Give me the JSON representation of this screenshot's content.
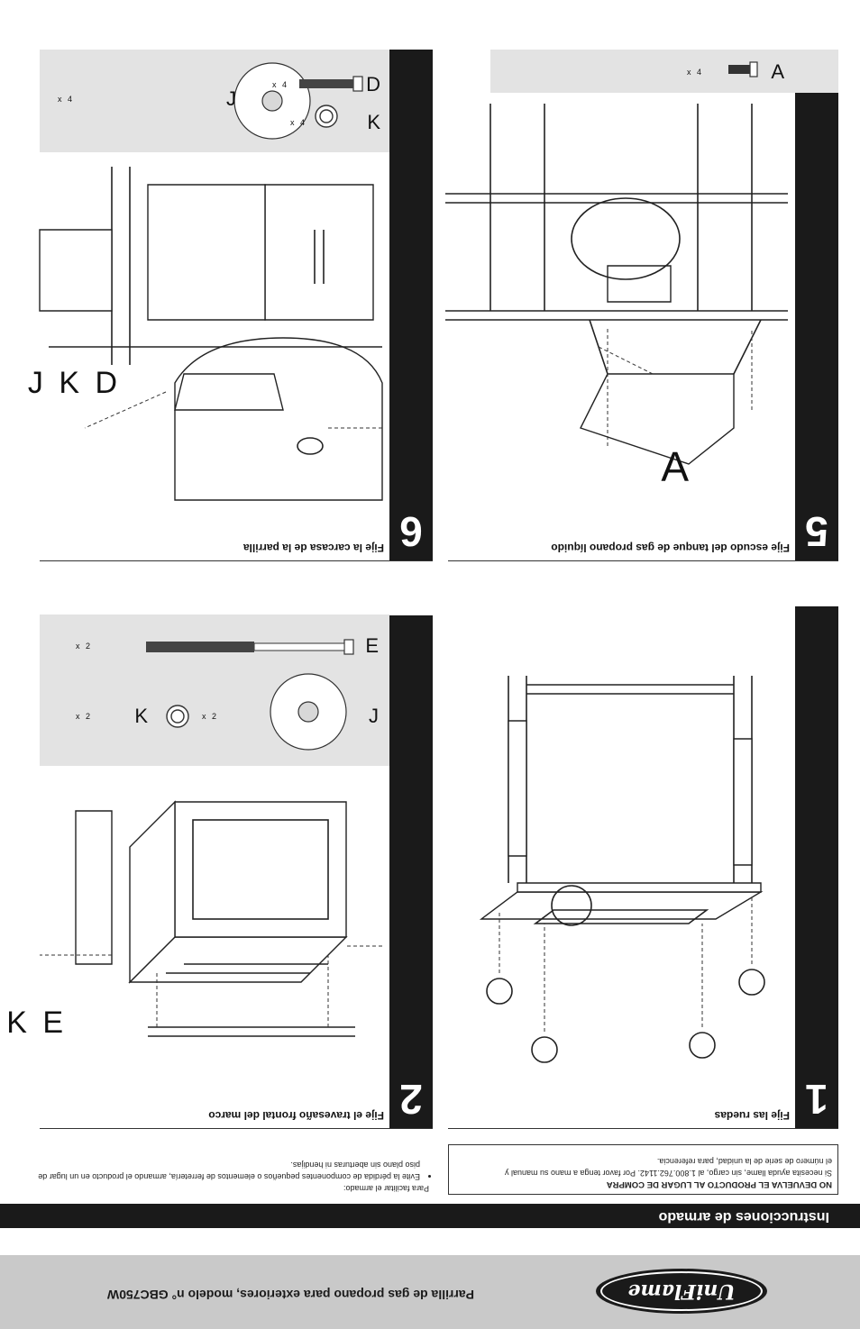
{
  "footer": {
    "brand": "UniFlame",
    "title": "Parrilla de gas propano para exteriores, modelo n° GBC750W"
  },
  "heading": "Instrucciones de armado",
  "notice": {
    "bold": "NO DEVUELVA EL PRODUCTO AL LUGAR DE COMPRA",
    "line1": "Si necesita ayuda llame, sin cargo, al 1.800.762.1142.  Por favor tenga a mano su manual y",
    "line2": "el número de serie de la unidad, para referencia."
  },
  "tips": {
    "intro": "Para facilitar el armado:",
    "bullet": "Evite la pérdida de componentes pequeños o elementos de ferretería, armando el producto en un lugar de piso plano sin aberturas ni hendijas."
  },
  "steps": [
    {
      "number": "1",
      "title": "Fije las ruedas"
    },
    {
      "number": "2",
      "title": "Fije el travesaño frontal del marco",
      "parts": [
        {
          "letter": "E",
          "qty": "x 2"
        },
        {
          "letter": "K",
          "qty": "x 2"
        },
        {
          "letter": "J",
          "qty": "x 2"
        }
      ],
      "callout": "J K E"
    },
    {
      "number": "5",
      "title": "Fije escudo del tanque de gas propano líquido",
      "parts": [
        {
          "letter": "A",
          "qty": "x 4"
        }
      ],
      "callout": "A"
    },
    {
      "number": "6",
      "title": "Fije la carcasa de la parrilla",
      "parts": [
        {
          "letter": "D",
          "qty": "x 4"
        },
        {
          "letter": "K",
          "qty": "x 4"
        },
        {
          "letter": "J",
          "qty": "x 4"
        }
      ],
      "callout": "J K D"
    }
  ]
}
